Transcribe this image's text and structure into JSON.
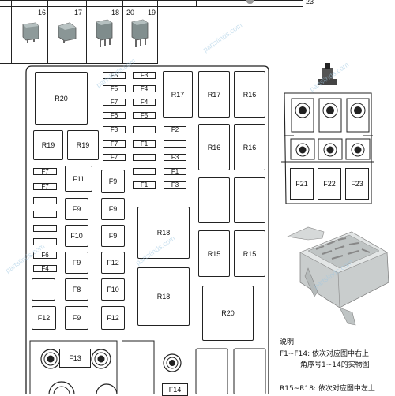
{
  "top_table": {
    "relay_numbers": [
      "16",
      "17",
      "18",
      "20",
      "19"
    ],
    "partial_number": "23"
  },
  "fuse_box": {
    "left_relays": [
      "R20",
      "R19",
      "R19"
    ],
    "left_fuses": [
      "F11",
      "F9",
      "F9",
      "F9",
      "F10",
      "F9",
      "F9",
      "F12",
      "F8",
      "F10",
      "F12",
      "F9",
      "F12"
    ],
    "left_mini_fuses": [
      "F7",
      "F7",
      "F6",
      "F4"
    ],
    "center_mini_fuses_left": [
      "F5",
      "F5",
      "F7",
      "F6",
      "F3",
      "F7",
      "F7",
      "F1"
    ],
    "center_mini_fuses_right": [
      "F3",
      "F4",
      "F4",
      "F5",
      "F2",
      "F1",
      "F3",
      "F1",
      "F3"
    ],
    "center_relays": [
      "R17",
      "R18",
      "R18"
    ],
    "right_relays": [
      "R17",
      "R16",
      "R16",
      "R16",
      "R15",
      "R15",
      "R20"
    ],
    "bottom_fuses": [
      "F13",
      "F14"
    ]
  },
  "side_view": {
    "fuses": [
      "F21",
      "F22",
      "F23"
    ]
  },
  "watermark": "partslinds.com",
  "notes": {
    "title": "说明:",
    "line1": "F1~F14: 依次对应图中右上",
    "line2": "角序号1~14的实物图",
    "line3": "R15~R18: 依次对应图中左上"
  }
}
